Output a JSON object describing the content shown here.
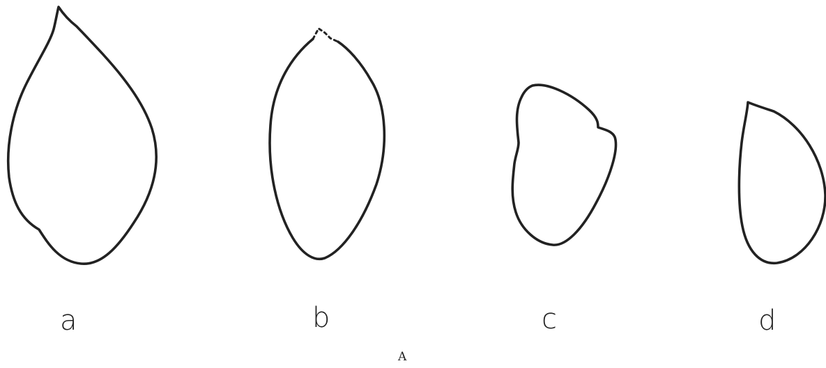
{
  "shapes": [
    {
      "id": "a",
      "label": "a"
    },
    {
      "id": "b",
      "label": "b"
    },
    {
      "id": "c",
      "label": "c"
    },
    {
      "id": "d",
      "label": "d"
    }
  ],
  "caption": "A",
  "colors": {
    "ink": "#222222",
    "background": "#ffffff"
  }
}
